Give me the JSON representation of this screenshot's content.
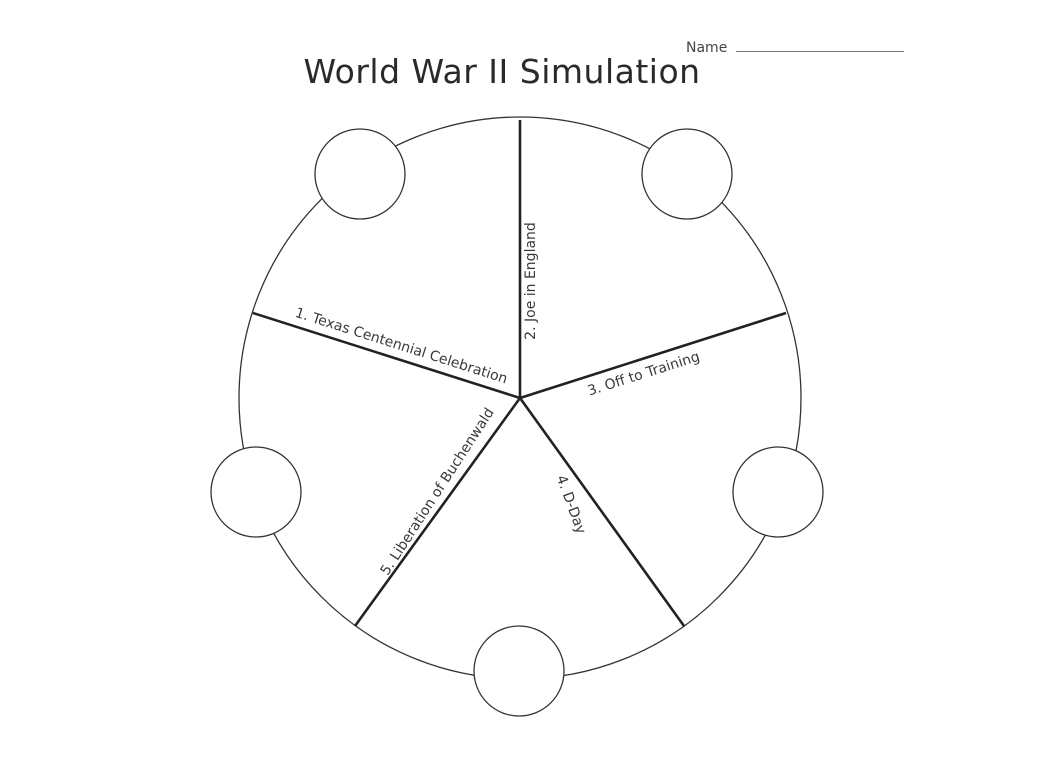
{
  "worksheet": {
    "title": "World War II Simulation",
    "name_label": "Name"
  },
  "diagram": {
    "sections": [
      {
        "label": "1. Texas Centennial Celebration"
      },
      {
        "label": "2. Joe in England"
      },
      {
        "label": "3. Off to Training"
      },
      {
        "label": "4. D-Day"
      },
      {
        "label": "5. Liberation of Buchenwald"
      }
    ]
  }
}
